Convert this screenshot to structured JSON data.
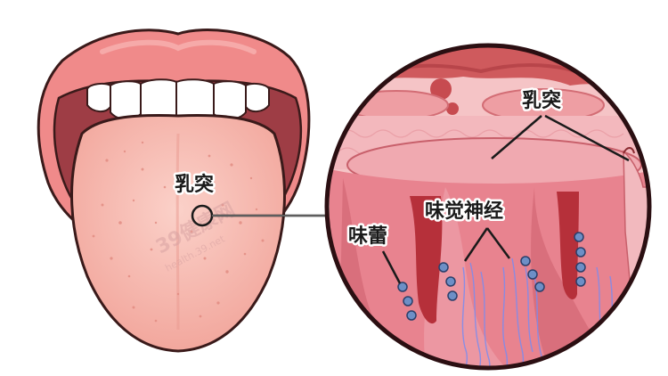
{
  "labels": {
    "tongue_papillae": "乳突",
    "zoom_papillae": "乳突",
    "taste_bud": "味蕾",
    "taste_nerve": "味觉神经"
  },
  "watermark": {
    "logo": "39健康网",
    "site": "health.39.net"
  },
  "colors": {
    "lip": "#f08a8a",
    "mouth_interior": "#9e3d45",
    "tongue": "#f6b4ab",
    "teeth": "#ffffff",
    "zoom_ring": "#2b0f12",
    "tissue": "#e8838f",
    "taste_bud_dot": "#6d8fc6",
    "nerve": "#7a8cf0"
  }
}
